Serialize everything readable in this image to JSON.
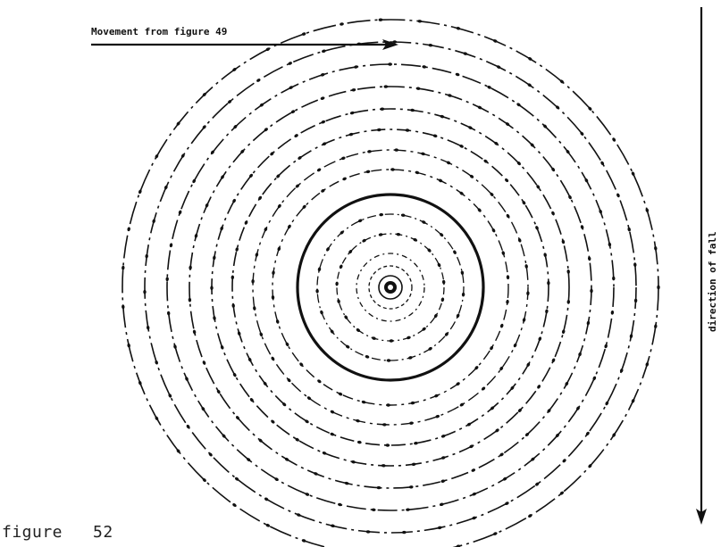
{
  "labels": {
    "movement": "Movement from figure 49",
    "direction": "direction of fall"
  },
  "caption": {
    "word": "figure",
    "number": "52"
  },
  "colors": {
    "ink": "#111111"
  }
}
